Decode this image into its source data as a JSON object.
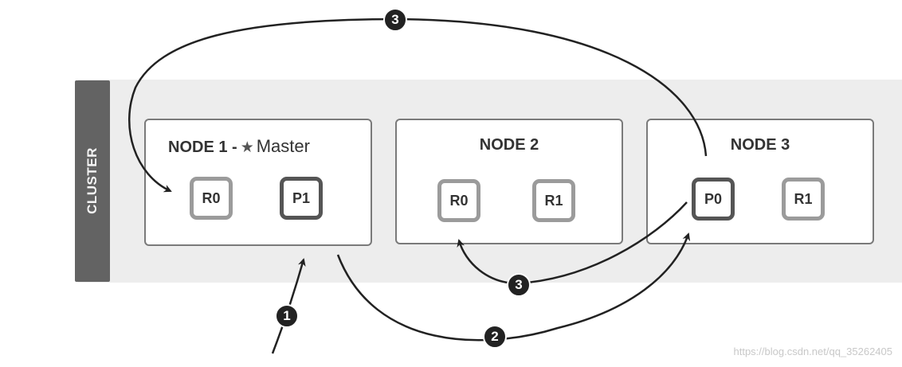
{
  "cluster": {
    "label": "CLUSTER"
  },
  "nodes": [
    {
      "title_bold": "NODE 1 -",
      "title_rest": "Master",
      "shards": [
        {
          "label": "R0",
          "kind": "replica"
        },
        {
          "label": "P1",
          "kind": "primary"
        }
      ]
    },
    {
      "title": "NODE 2",
      "shards": [
        {
          "label": "R0",
          "kind": "replica"
        },
        {
          "label": "R1",
          "kind": "replica"
        }
      ]
    },
    {
      "title": "NODE 3",
      "shards": [
        {
          "label": "P0",
          "kind": "primary"
        },
        {
          "label": "R1",
          "kind": "replica"
        }
      ]
    }
  ],
  "steps": [
    "1",
    "2",
    "3",
    "3"
  ],
  "watermark": "https://blog.csdn.net/qq_35262405",
  "icons": {
    "master": "star-icon"
  },
  "colors": {
    "cluster_tab": "#636363",
    "cluster_band": "#ededed",
    "arrow": "#222222"
  }
}
